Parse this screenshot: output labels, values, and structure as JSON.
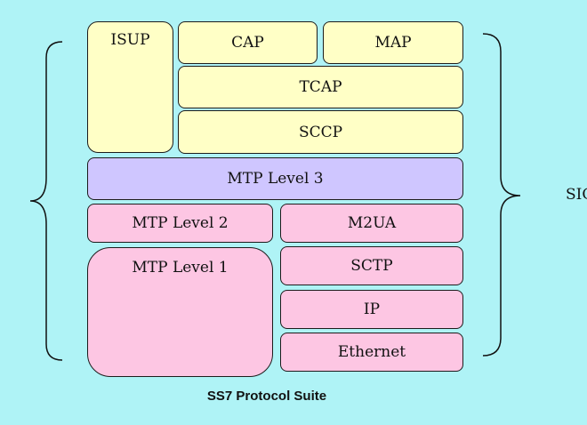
{
  "layers": {
    "isup": "ISUP",
    "cap": "CAP",
    "map": "MAP",
    "tcap": "TCAP",
    "sccp": "SCCP",
    "mtp3": "MTP Level 3",
    "mtp2": "MTP Level 2",
    "m2ua": "M2UA",
    "mtp1": "MTP Level 1",
    "sctp": "SCTP",
    "ip": "IP",
    "ethernet": "Ethernet"
  },
  "right_brace_label": "SIG",
  "caption": "SS7 Protocol Suite",
  "colors": {
    "background": "#aff3f6",
    "upper_layers": "#ffffc6",
    "mtp3": "#cfc6ff",
    "lower_layers": "#fdc6e3"
  }
}
